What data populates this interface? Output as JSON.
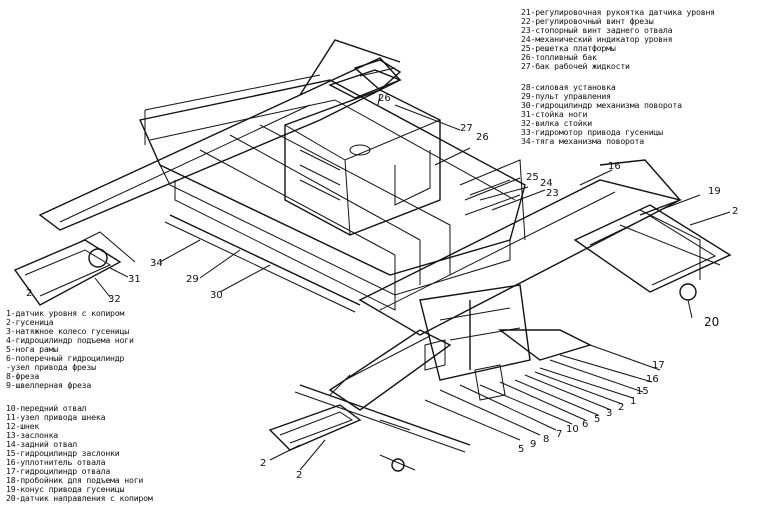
{
  "legend_top_a": [
    "21-регулировочная рукоятка датчика уровня",
    "22-регулировочный винт фрезы",
    "23-стопорный винт заднего отвала",
    "24-механический индикатор уровня",
    "25-решетка платформы",
    "26-топливный бак",
    "27-бак рабочей жидкости"
  ],
  "legend_top_b": [
    "28-силовая установка",
    "29-пульт управления",
    "30-гидроцилиндр механизма поворота",
    "31-стойка ноги",
    "32-вилка стойки",
    "33-гидромотор привода гусеницы",
    "34-тяга механизма поворота"
  ],
  "legend_left_a": [
    "1-датчик уровня с копиром",
    "2-гусеница",
    "3-натяжное колесо гусеницы",
    "4-гидроцилиндр подъема ноги",
    "5-нога рамы",
    "6-поперечный гидроцилиндр",
    "-узел привода фрезы",
    "8-фреза",
    "9-швеллерная фреза"
  ],
  "legend_left_b": [
    "10-передний отвал",
    "11-узел привода шнека",
    "12-шнек",
    "13-заслонка",
    "14-задний отвал",
    "15-гидроцилиндр заслонки",
    "16-уплотнитель отвала",
    "17-гидроцилиндр отвала",
    "18-пробойник для подъема ноги",
    "19-конус привода гусеницы",
    "20-датчик направления с копиром"
  ],
  "callouts": [
    "26",
    "27",
    "26",
    "25",
    "24",
    "23",
    "16",
    "19",
    "2",
    "20",
    "34",
    "29",
    "30",
    "31",
    "32",
    "2",
    "2",
    "2",
    "5",
    "9",
    "8",
    "7",
    "10",
    "6",
    "5",
    "3",
    "2",
    "1",
    "15",
    "16",
    "17"
  ]
}
